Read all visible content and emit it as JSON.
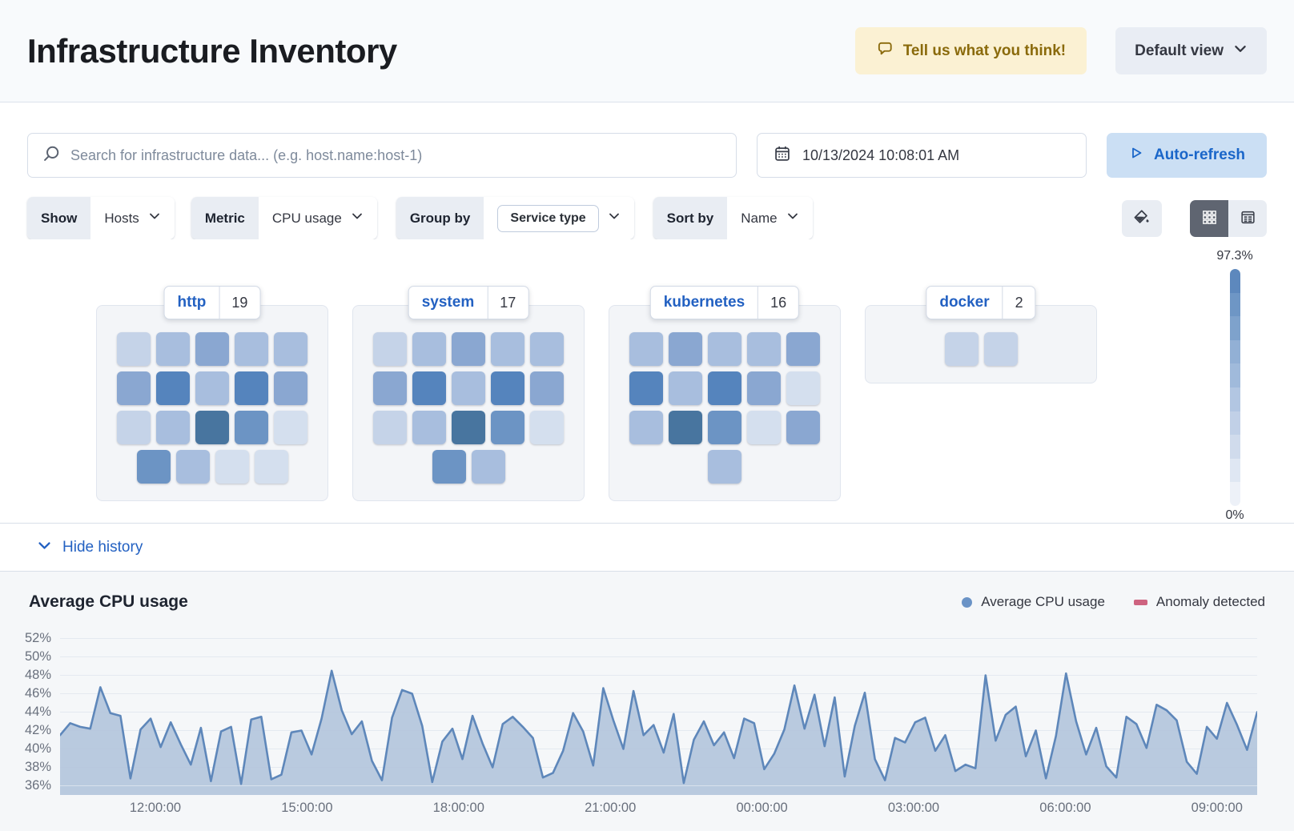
{
  "header": {
    "title": "Infrastructure Inventory",
    "feedback_button": "Tell us what you think!",
    "view_selector": "Default view"
  },
  "toolbar": {
    "search_placeholder": "Search for infrastructure data... (e.g. host.name:host-1)",
    "datetime": "10/13/2024 10:08:01 AM",
    "auto_refresh_label": "Auto-refresh"
  },
  "filters": {
    "show": {
      "label": "Show",
      "value": "Hosts"
    },
    "metric": {
      "label": "Metric",
      "value": "CPU usage"
    },
    "group_by": {
      "label": "Group by",
      "value": "Service type"
    },
    "sort_by": {
      "label": "Sort by",
      "value": "Name"
    }
  },
  "colors": {
    "primary_blue": "#2361C2",
    "feedback_bg": "#FBF1D3",
    "feedback_text": "#8A6A0B",
    "autorefresh_bg": "#CBDFF4",
    "autorefresh_text": "#1A66C9"
  },
  "waffle": {
    "tile_colors": {
      "a": "#D4DFEE",
      "b": "#C5D3E8",
      "c": "#A8BEDE",
      "d": "#8AA7D1",
      "e": "#6C94C4",
      "f": "#5584BD",
      "g": "#48759F"
    },
    "groups": [
      {
        "name": "http",
        "count": "19",
        "rows": [
          [
            "b",
            "c",
            "d",
            "c",
            "c"
          ],
          [
            "d",
            "f",
            "c",
            "f",
            "d"
          ],
          [
            "b",
            "c",
            "g",
            "e",
            "a"
          ],
          [
            "e",
            "c",
            "a",
            "a"
          ]
        ]
      },
      {
        "name": "system",
        "count": "17",
        "rows": [
          [
            "b",
            "c",
            "d",
            "c",
            "c"
          ],
          [
            "d",
            "f",
            "c",
            "f",
            "d"
          ],
          [
            "b",
            "c",
            "g",
            "e",
            "a"
          ],
          [
            "e",
            "c"
          ]
        ]
      },
      {
        "name": "kubernetes",
        "count": "16",
        "rows": [
          [
            "c",
            "d",
            "c",
            "c",
            "d"
          ],
          [
            "f",
            "c",
            "f",
            "d",
            "a"
          ],
          [
            "c",
            "g",
            "e",
            "a",
            "d"
          ],
          [
            "c"
          ]
        ]
      },
      {
        "name": "docker",
        "count": "2",
        "rows": [
          [
            "b",
            "b"
          ]
        ]
      }
    ],
    "legend": {
      "max": "97.3%",
      "min": "0%",
      "steps": [
        "#5D88BD",
        "#6E96C5",
        "#7EA2CC",
        "#92B0D5",
        "#A0BADB",
        "#B2C6E2",
        "#C1D0E7",
        "#D0DBEC",
        "#DFE7F3",
        "#EDF1F8"
      ]
    }
  },
  "history": {
    "toggle_label": "Hide history"
  },
  "chart_data": {
    "type": "area",
    "title": "Average CPU usage",
    "legend": [
      {
        "label": "Average CPU usage",
        "color": "#6A93C6",
        "marker": "circle"
      },
      {
        "label": "Anomaly detected",
        "color": "#CE6380",
        "marker": "rect"
      }
    ],
    "y_ticks": [
      52,
      50,
      48,
      46,
      44,
      42,
      40,
      38,
      36
    ],
    "y_tick_suffix": "%",
    "x_ticks": [
      "12:00:00",
      "15:00:00",
      "18:00:00",
      "21:00:00",
      "00:00:00",
      "03:00:00",
      "06:00:00",
      "09:00:00"
    ],
    "ylim": [
      35,
      53
    ],
    "grid": true,
    "legend_position": "top-right",
    "line_color": "#5E87BA",
    "fill_color": "#B2C4DC",
    "values": [
      41.5,
      42.8,
      42.4,
      42.2,
      46.7,
      43.9,
      43.6,
      36.8,
      42.1,
      43.3,
      40.2,
      42.9,
      40.5,
      38.3,
      42.3,
      36.5,
      41.9,
      42.4,
      36.2,
      43.2,
      43.5,
      36.7,
      37.2,
      41.8,
      42.0,
      39.4,
      43.3,
      48.5,
      44.2,
      41.6,
      43.0,
      38.7,
      36.6,
      43.4,
      46.4,
      46.0,
      42.5,
      36.4,
      40.8,
      42.2,
      38.9,
      43.6,
      40.6,
      38.0,
      42.7,
      43.5,
      42.4,
      41.2,
      36.9,
      37.4,
      39.8,
      43.9,
      41.9,
      38.2,
      46.6,
      43.1,
      40.0,
      46.3,
      41.5,
      42.6,
      39.6,
      43.8,
      36.3,
      41.0,
      43.0,
      40.4,
      41.8,
      39.0,
      43.3,
      42.8,
      37.8,
      39.5,
      42.1,
      46.9,
      42.2,
      45.9,
      40.3,
      45.6,
      37.0,
      42.5,
      46.1,
      38.9,
      36.6,
      41.2,
      40.7,
      42.9,
      43.4,
      39.8,
      41.5,
      37.6,
      38.3,
      37.9,
      48.0,
      40.9,
      43.7,
      44.6,
      39.2,
      42.0,
      36.8,
      41.4,
      48.2,
      43.0,
      39.4,
      42.3,
      38.1,
      36.9,
      43.5,
      42.7,
      40.1,
      44.8,
      44.2,
      43.1,
      38.6,
      37.3,
      42.4,
      41.1,
      45.0,
      42.6,
      39.9,
      44.0
    ]
  }
}
